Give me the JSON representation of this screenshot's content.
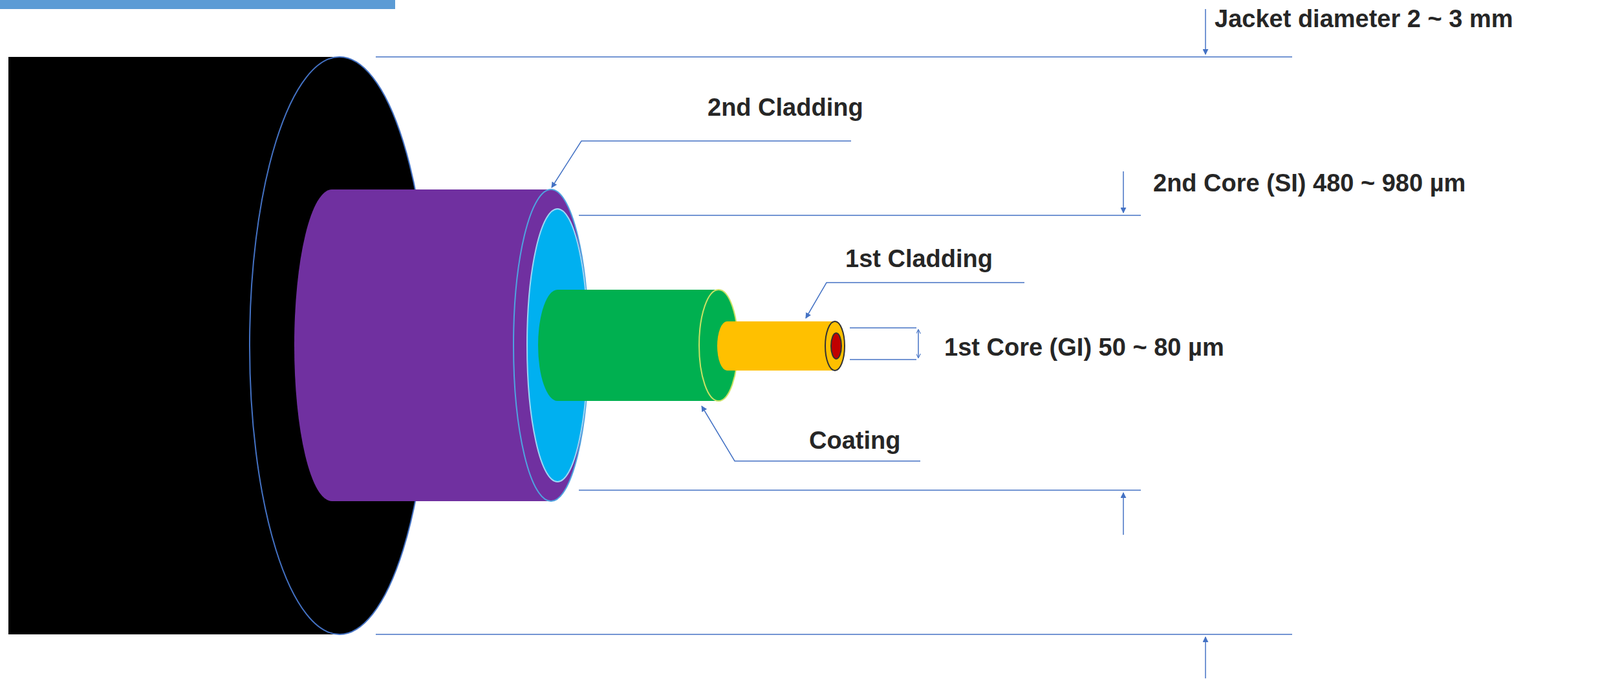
{
  "diagram": {
    "labels": [
      "Jacket diameter 2 ~ 3 mm",
      "2nd Cladding",
      "2nd Core (SI) 480 ~ 980 µm",
      "1st Cladding",
      "1st Core (GI) 50 ~ 80 µm",
      "Coating"
    ]
  }
}
